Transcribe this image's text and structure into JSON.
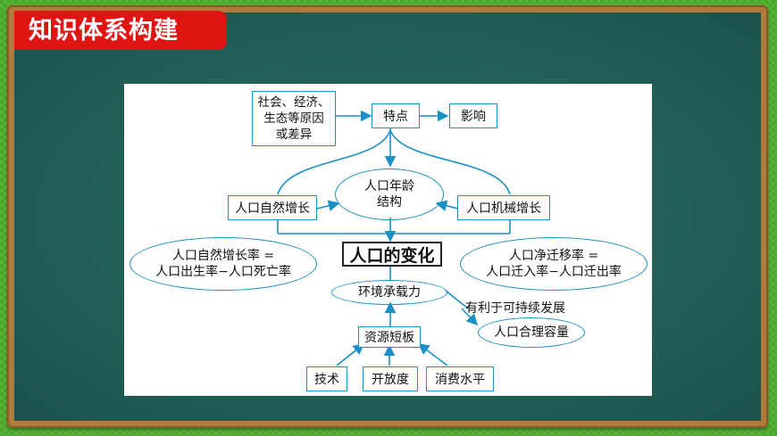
{
  "slide": {
    "title": "知识体系构建"
  },
  "diagram": {
    "center_title": "人口的变化",
    "factors": "社会、经济、\n生态等原因\n或差异",
    "features": "特点",
    "influence": "影响",
    "natural_growth": "人口自然增长",
    "age_structure": "人口年龄\n结构",
    "mechanical_growth": "人口机械增长",
    "natural_growth_rate": "人口自然增长率 =\n人口出生率−人口死亡率",
    "net_migration_rate": "人口净迁移率 =\n人口迁入率−人口迁出率",
    "carrying_capacity": "环境承载力",
    "sustainable": "有利于可持续发展",
    "reasonable_capacity": "人口合理容量",
    "resource_shortboard": "资源短板",
    "technology": "技术",
    "openness": "开放度",
    "consumption_level": "消费水平"
  },
  "colors": {
    "line": "#1c8fc4",
    "title_tab": "#e11414",
    "board": "#1f5c54"
  }
}
